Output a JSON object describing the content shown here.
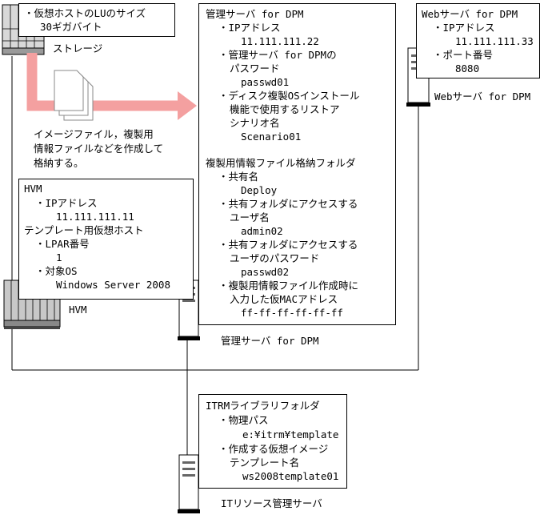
{
  "storage_box": {
    "line1": "・仮想ホストのLUのサイズ",
    "line2": "30ギガバイト"
  },
  "storage_label": "ストレージ",
  "arrow_note": {
    "line1": "イメージファイル，複製用",
    "line2": "情報ファイルなどを作成して",
    "line3": "格納する。"
  },
  "hvm_box": {
    "title": "HVM",
    "ip_label": "・IPアドレス",
    "ip_value": "11.111.111.11",
    "template_host": "テンプレート用仮想ホスト",
    "lpar_label": "・LPAR番号",
    "lpar_value": "1",
    "os_label": "・対象OS",
    "os_value": "Windows Server 2008"
  },
  "hvm_label": "HVM",
  "mgmt_box": {
    "title": "管理サーバ for DPM",
    "ip_label": "・IPアドレス",
    "ip_value": "11.111.111.22",
    "pw_label1": "・管理サーバ for DPMの",
    "pw_label2": "パスワード",
    "pw_value": "passwd01",
    "restore_label1": "・ディスク複製OSインストール",
    "restore_label2": "機能で使用するリストア",
    "restore_label3": "シナリオ名",
    "restore_value": "Scenario01",
    "folder_title": "複製用情報ファイル格納フォルダ",
    "share_label": "・共有名",
    "share_value": "Deploy",
    "user_label1": "・共有フォルダにアクセスする",
    "user_label2": "ユーザ名",
    "user_value": "admin02",
    "upw_label1": "・共有フォルダにアクセスする",
    "upw_label2": "ユーザのパスワード",
    "upw_value": "passwd02",
    "mac_label1": "・複製用情報ファイル作成時に",
    "mac_label2": "入力した仮MACアドレス",
    "mac_value": "ff-ff-ff-ff-ff-ff"
  },
  "mgmt_label": "管理サーバ for DPM",
  "web_box": {
    "title": "Webサーバ for DPM",
    "ip_label": "・IPアドレス",
    "ip_value": "11.111.111.33",
    "port_label": "・ポート番号",
    "port_value": "8080"
  },
  "web_label": "Webサーバ for DPM",
  "itrm_box": {
    "title": "ITRMライブラリフォルダ",
    "path_label": "・物理パス",
    "path_value": "e:¥itrm¥template",
    "tpl_label1": "・作成する仮想イメージ",
    "tpl_label2": "テンプレート名",
    "tpl_value": "ws2008template01"
  },
  "itrm_label": "ITリソース管理サーバ"
}
